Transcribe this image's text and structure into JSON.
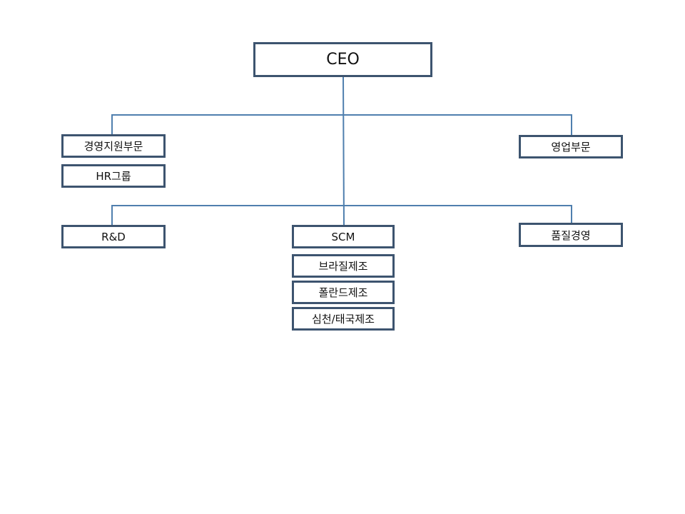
{
  "chart": {
    "root": {
      "label": "CEO"
    },
    "management_support": {
      "label": "경영지원부문",
      "sub": {
        "label": "HR그룹"
      }
    },
    "sales": {
      "label": "영업부문"
    },
    "rnd": {
      "label": "R&D"
    },
    "scm": {
      "label": "SCM",
      "subs": [
        {
          "label": "브라질제조"
        },
        {
          "label": "폴란드제조"
        },
        {
          "label": "심천/태국제조"
        }
      ]
    },
    "quality": {
      "label": "품질경영"
    }
  },
  "colors": {
    "connector": "#4f7fae",
    "box_border": "#3d546f"
  }
}
